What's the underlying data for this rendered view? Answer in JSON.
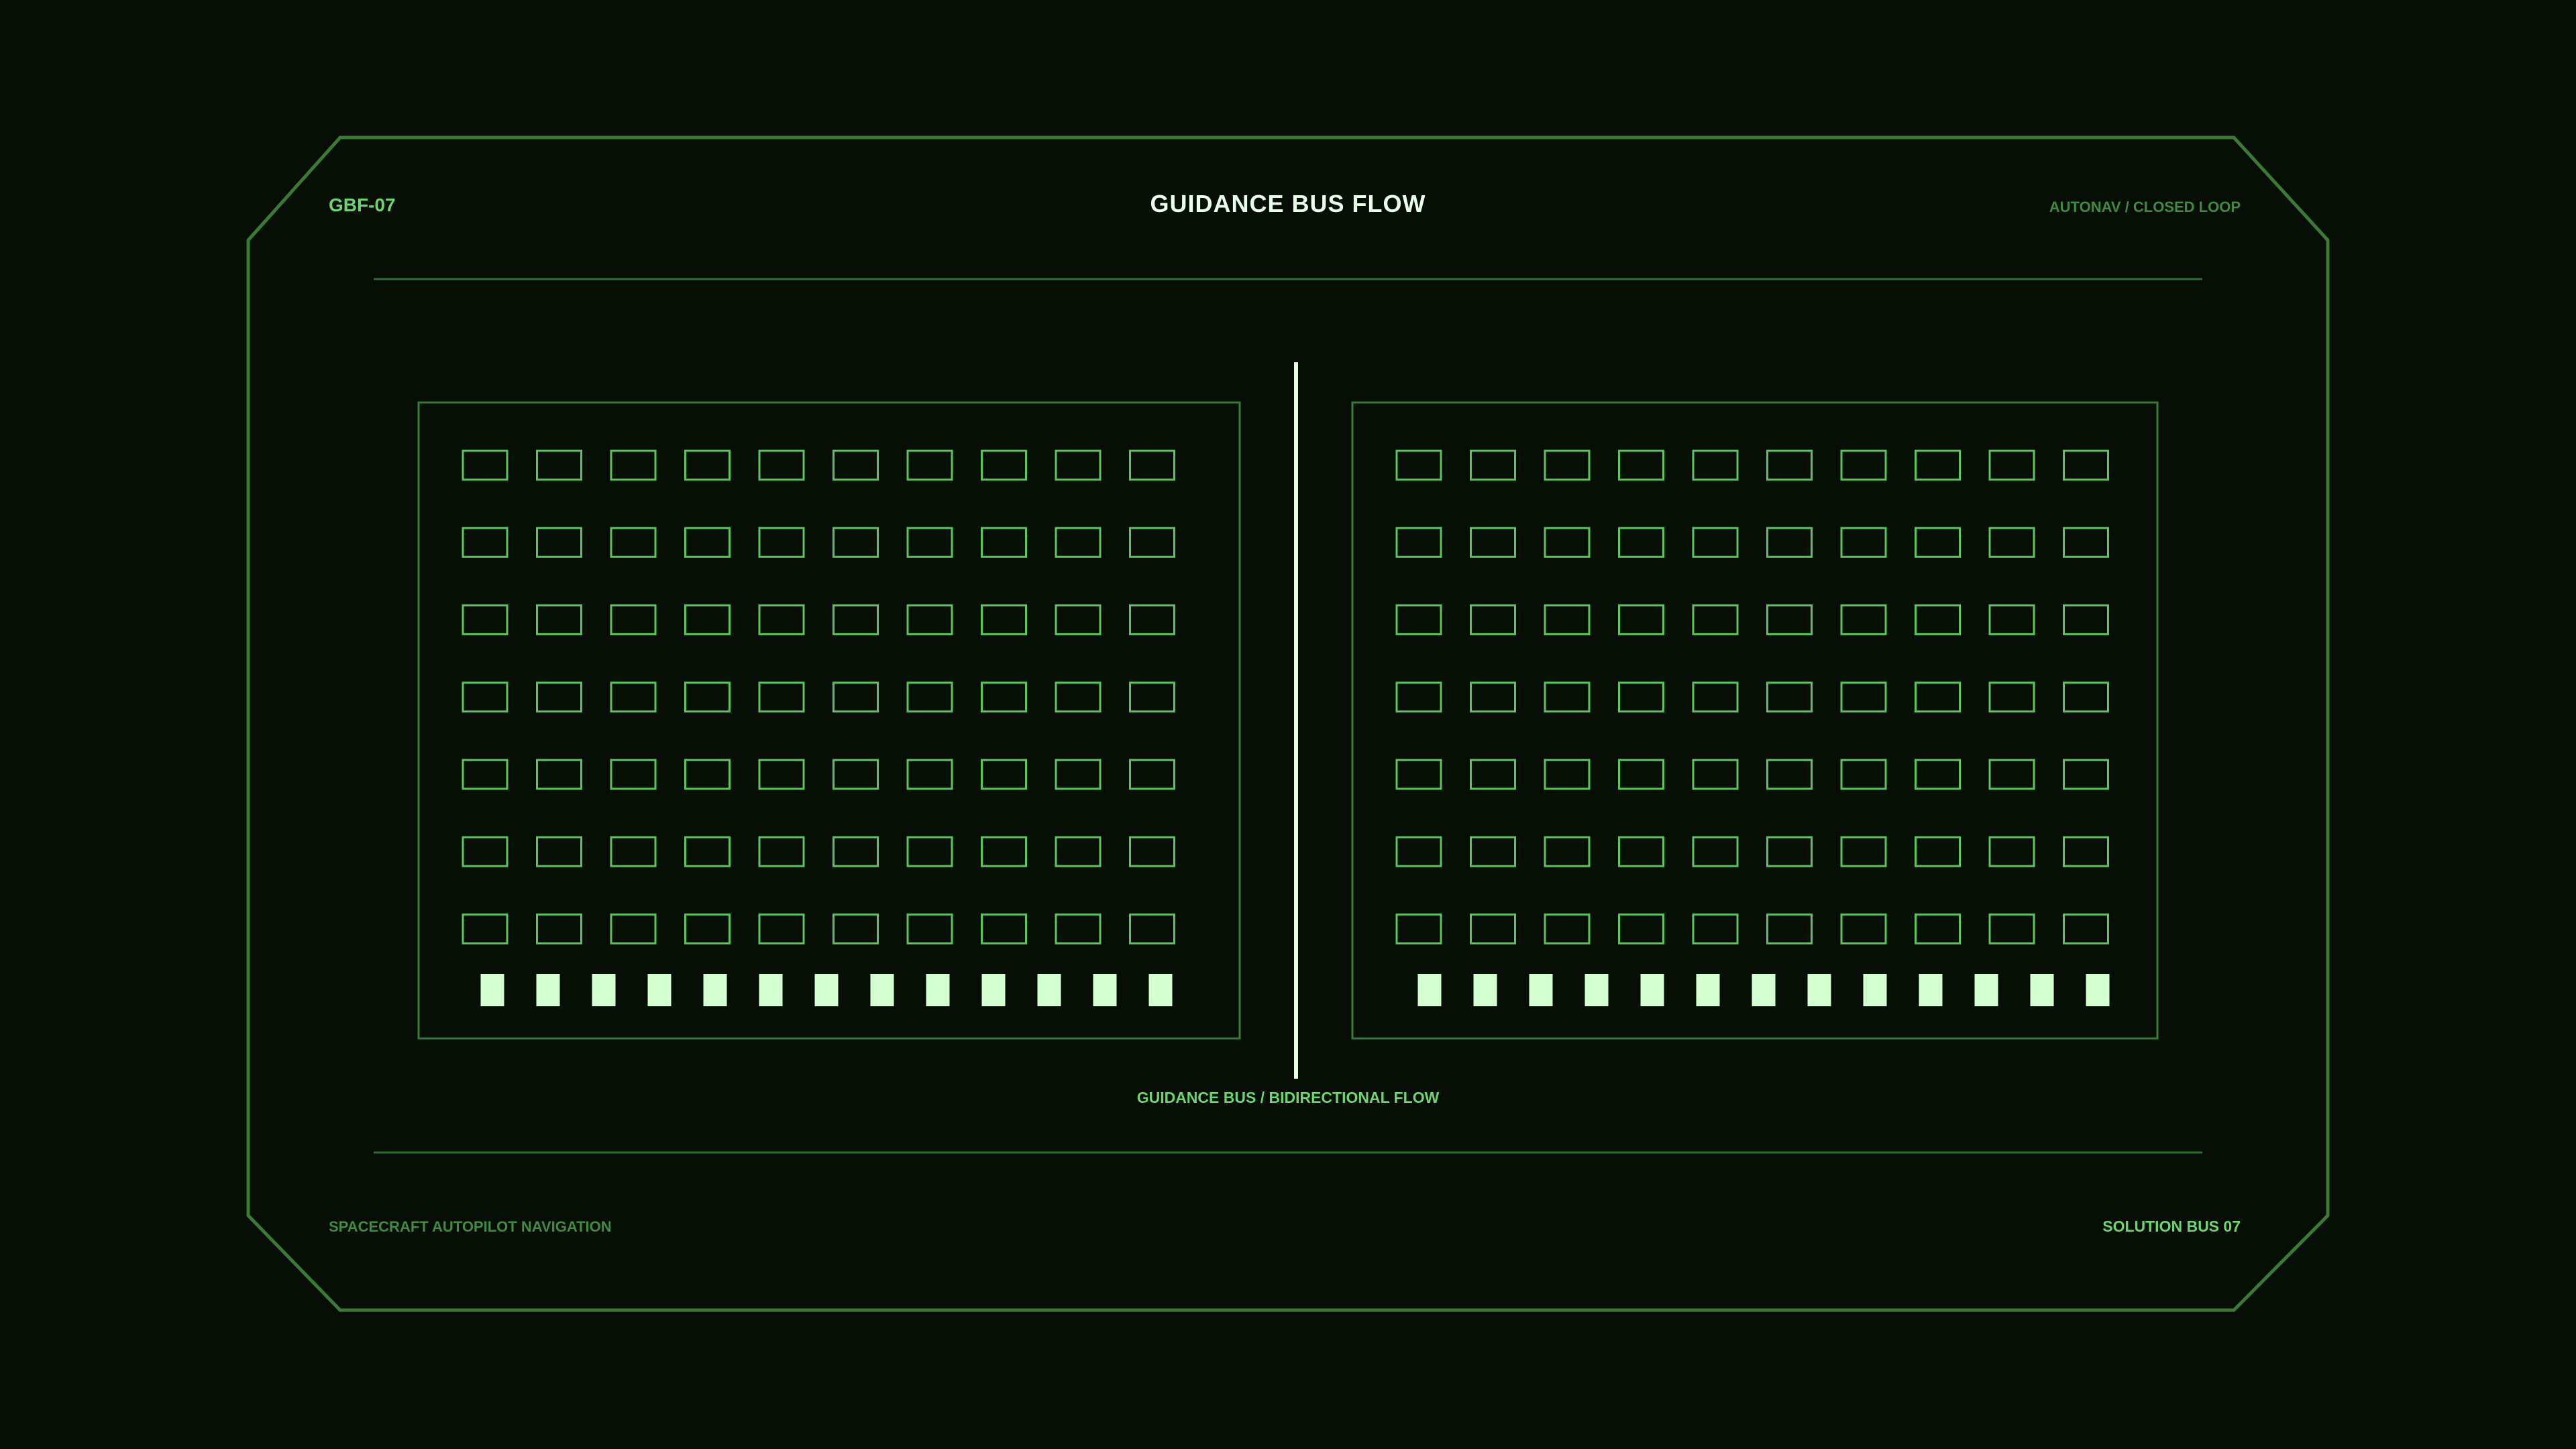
{
  "header": {
    "code": "GBF-07",
    "title": "GUIDANCE BUS FLOW",
    "mode": "AUTONAV / CLOSED LOOP"
  },
  "bus": {
    "caption": "GUIDANCE BUS / BIDIRECTIONAL FLOW"
  },
  "footer": {
    "system": "SPACECRAFT AUTOPILOT NAVIGATION",
    "bus_id": "SOLUTION BUS 07"
  },
  "panels": [
    {
      "id": "left",
      "rows": 7,
      "cols": 10,
      "indicators": 13
    },
    {
      "id": "right",
      "rows": 7,
      "cols": 10,
      "indicators": 13
    }
  ],
  "colors": {
    "background": "#060e06",
    "frame": "#3a7a34",
    "cell": "#5bc45b",
    "indicator": "#d4ffd0",
    "bus": "#e8ffe6",
    "accent_text": "#6fd66f",
    "dim_text": "#3f8c3f",
    "title_text": "#eaffea"
  }
}
